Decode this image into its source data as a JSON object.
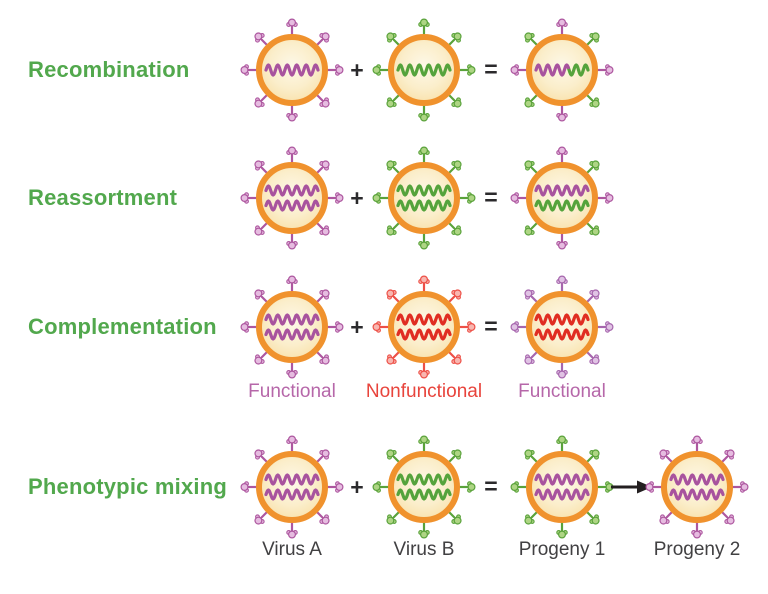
{
  "signs": {
    "plus": "+",
    "equals": "="
  },
  "palette": {
    "label_green": "#52a84d",
    "ring_orange": "#f0922d",
    "capsid_gradient": [
      "#fdf8e8",
      "#fbeecb",
      "#f8dfa5"
    ],
    "sign_color": "#2b2a2c",
    "functional_color": "#b667a9",
    "nonfunctional_color": "#e8443c",
    "virus_name_color": "#414042",
    "spike": {
      "pink": {
        "stroke": "#ad579f",
        "fill": "#e6bce0"
      },
      "green": {
        "stroke": "#5aa23b",
        "fill": "#aed584"
      },
      "red": {
        "stroke": "#ed5047",
        "fill": "#f8b6b0"
      },
      "violet": {
        "stroke": "#a666ad",
        "fill": "#e0c3e4"
      }
    },
    "wave": {
      "purple": "#a8539e",
      "green": "#55a33c",
      "red": "#e02d22"
    }
  },
  "rows": [
    {
      "label": "Recombination",
      "viruses": [
        {
          "spikes": "pink",
          "waves": [
            {
              "color": "purple"
            }
          ]
        },
        {
          "spikes": "green",
          "waves": [
            {
              "color": "green"
            }
          ]
        },
        {
          "spikes": "mixed",
          "waves": [
            {
              "split": [
                "purple",
                "green"
              ]
            }
          ]
        }
      ]
    },
    {
      "label": "Reassortment",
      "viruses": [
        {
          "spikes": "pink",
          "waves": [
            {
              "color": "purple"
            },
            {
              "color": "purple"
            }
          ]
        },
        {
          "spikes": "green",
          "waves": [
            {
              "color": "green"
            },
            {
              "color": "green"
            }
          ]
        },
        {
          "spikes": "mixed",
          "waves": [
            {
              "color": "purple"
            },
            {
              "color": "green"
            }
          ]
        }
      ]
    },
    {
      "label": "Complementation",
      "sublabels": [
        "Functional",
        "Nonfunctional",
        "Functional"
      ],
      "viruses": [
        {
          "spikes": "pink",
          "waves": [
            {
              "color": "purple"
            },
            {
              "color": "purple"
            }
          ]
        },
        {
          "spikes": "red",
          "waves": [
            {
              "color": "red"
            },
            {
              "color": "red"
            }
          ]
        },
        {
          "spikes": "violet",
          "waves": [
            {
              "color": "red"
            },
            {
              "color": "red"
            }
          ]
        }
      ]
    },
    {
      "label": "Phenotypic mixing",
      "sublabels": [
        "Virus A",
        "Virus B",
        "Progeny 1",
        "Progeny 2"
      ],
      "viruses": [
        {
          "spikes": "pink",
          "waves": [
            {
              "color": "purple"
            },
            {
              "color": "purple"
            }
          ]
        },
        {
          "spikes": "green",
          "waves": [
            {
              "color": "green"
            },
            {
              "color": "green"
            }
          ]
        },
        {
          "spikes": "green",
          "waves": [
            {
              "color": "purple"
            },
            {
              "color": "purple"
            }
          ]
        },
        {
          "spikes": "pink",
          "waves": [
            {
              "color": "purple"
            },
            {
              "color": "purple"
            }
          ]
        }
      ]
    }
  ]
}
